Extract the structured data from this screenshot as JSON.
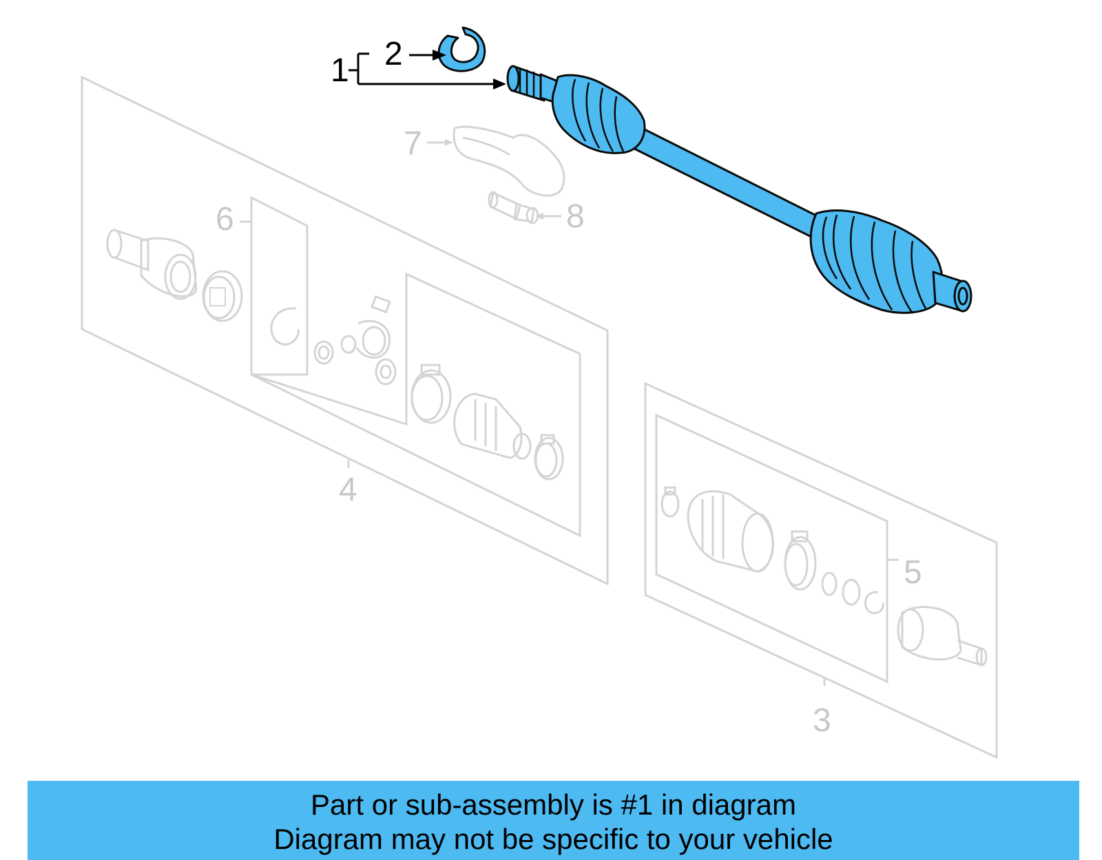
{
  "diagram": {
    "callouts": {
      "c1": "1",
      "c2": "2",
      "c3": "3",
      "c4": "4",
      "c5": "5",
      "c6": "6",
      "c7": "7",
      "c8": "8"
    },
    "highlight_color": "#4dbaf2",
    "faded_color": "#d4d4d4"
  },
  "banner": {
    "line1": "Part or sub-assembly is #1 in diagram",
    "line2": "Diagram may not be specific to your vehicle",
    "background": "#4dbaf2"
  }
}
